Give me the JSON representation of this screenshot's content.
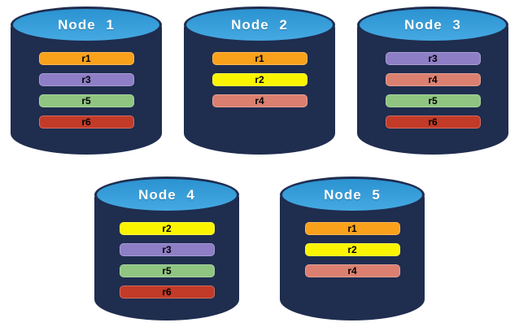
{
  "diagram": {
    "description": "Five database nodes (cylinders) showing distribution of replicas r1-r6 across nodes"
  },
  "colors": {
    "background": "#ffffff",
    "cylinder_body": "#1F2D4F",
    "cylinder_top_fill_start": "#2B93D1",
    "cylinder_top_fill_end": "#45A9E2",
    "cylinder_border": "#1F2D4F",
    "node_label_text": "#ffffff",
    "replica_label_text": "#000000"
  },
  "replica_colors": {
    "r1": "#F9A11B",
    "r2": "#FBF400",
    "r3": "#8D7EC6",
    "r4": "#DB8070",
    "r5": "#8FC581",
    "r6": "#C23B28"
  },
  "icons": {
    "cylinder": "database-cylinder-icon"
  },
  "nodes": [
    {
      "label": "Node 1",
      "row": 1,
      "replicas": [
        "r1",
        "r3",
        "r5",
        "r6"
      ]
    },
    {
      "label": "Node 2",
      "row": 1,
      "replicas": [
        "r1",
        "r2",
        "r4"
      ]
    },
    {
      "label": "Node 3",
      "row": 1,
      "replicas": [
        "r3",
        "r4",
        "r5",
        "r6"
      ]
    },
    {
      "label": "Node 4",
      "row": 2,
      "replicas": [
        "r2",
        "r3",
        "r5",
        "r6"
      ]
    },
    {
      "label": "Node 5",
      "row": 2,
      "replicas": [
        "r1",
        "r2",
        "r4"
      ]
    }
  ]
}
